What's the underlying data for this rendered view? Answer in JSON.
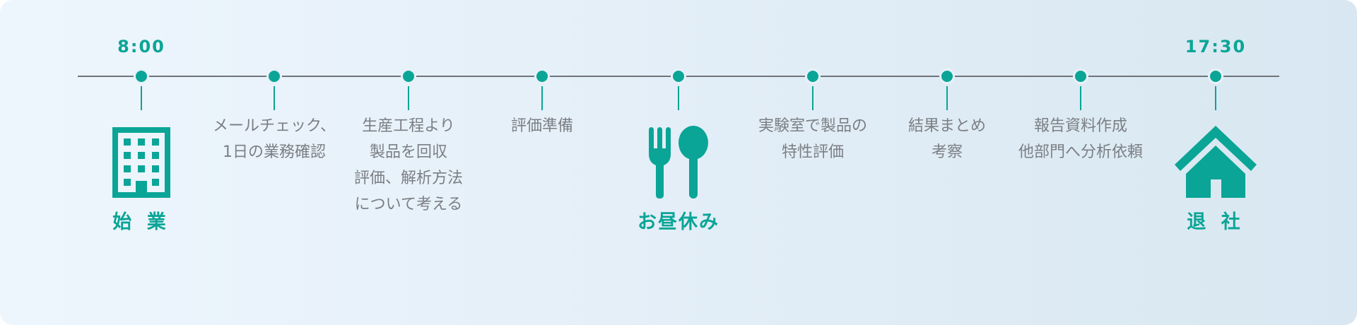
{
  "colors": {
    "accent": "#0aa596",
    "line": "#6e7479",
    "text": "#7b7f84"
  },
  "timeline": {
    "start": {
      "time": "8:00",
      "title": "始 業",
      "icon": "office-building-icon"
    },
    "steps": [
      {
        "text": "メールチェック、\n1日の業務確認"
      },
      {
        "text": "生産工程より\n製品を回収\n評価、解析方法\nについて考える"
      },
      {
        "text": "評価準備"
      },
      {
        "title": "お昼休み",
        "icon": "fork-spoon-icon"
      },
      {
        "text": "実験室で製品の\n特性評価"
      },
      {
        "text": "結果まとめ\n考察"
      },
      {
        "text": "報告資料作成\n他部門へ分析依頼"
      }
    ],
    "end": {
      "time": "17:30",
      "title": "退 社",
      "icon": "house-icon"
    }
  }
}
